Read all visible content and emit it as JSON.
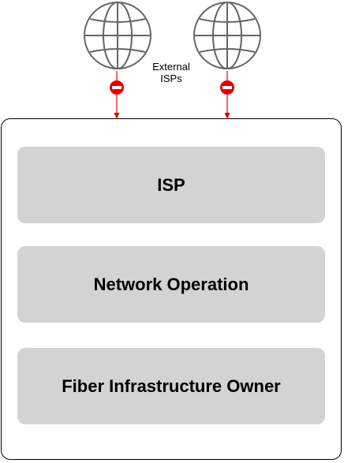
{
  "diagram": {
    "external_label_line1": "External",
    "external_label_line2": "ISPs",
    "layers": [
      {
        "label": "ISP"
      },
      {
        "label": "Network Operation"
      },
      {
        "label": "Fiber Infrastructure Owner"
      }
    ]
  },
  "icons": {
    "globe": "globe-icon",
    "blocked": "no-entry-icon"
  },
  "colors": {
    "globe_stroke": "#666666",
    "arrow": "#e60000",
    "no_entry_fill": "#e60000",
    "layer_fill": "#d3d3d3",
    "frame_stroke": "#000000"
  }
}
